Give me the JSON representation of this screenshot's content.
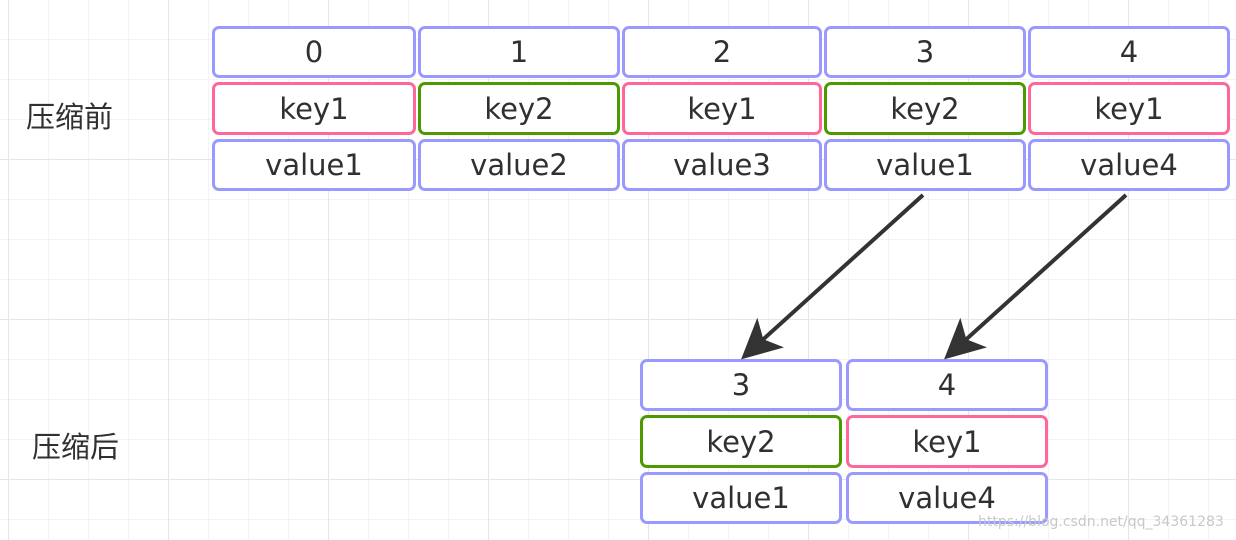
{
  "labels": {
    "before": "压缩前",
    "after": "压缩后"
  },
  "before": {
    "indices": [
      "0",
      "1",
      "2",
      "3",
      "4"
    ],
    "keys": [
      "key1",
      "key2",
      "key1",
      "key2",
      "key1"
    ],
    "values": [
      "value1",
      "value2",
      "value3",
      "value1",
      "value4"
    ]
  },
  "after": {
    "indices": [
      "3",
      "4"
    ],
    "keys": [
      "key2",
      "key1"
    ],
    "values": [
      "value1",
      "value4"
    ]
  },
  "colors": {
    "cell_border": "#9999ff",
    "key1_border": "#ff6699",
    "key2_border": "#4d9900",
    "arrow": "#333333"
  },
  "watermark": "https://blog.csdn.net/qq_34361283"
}
